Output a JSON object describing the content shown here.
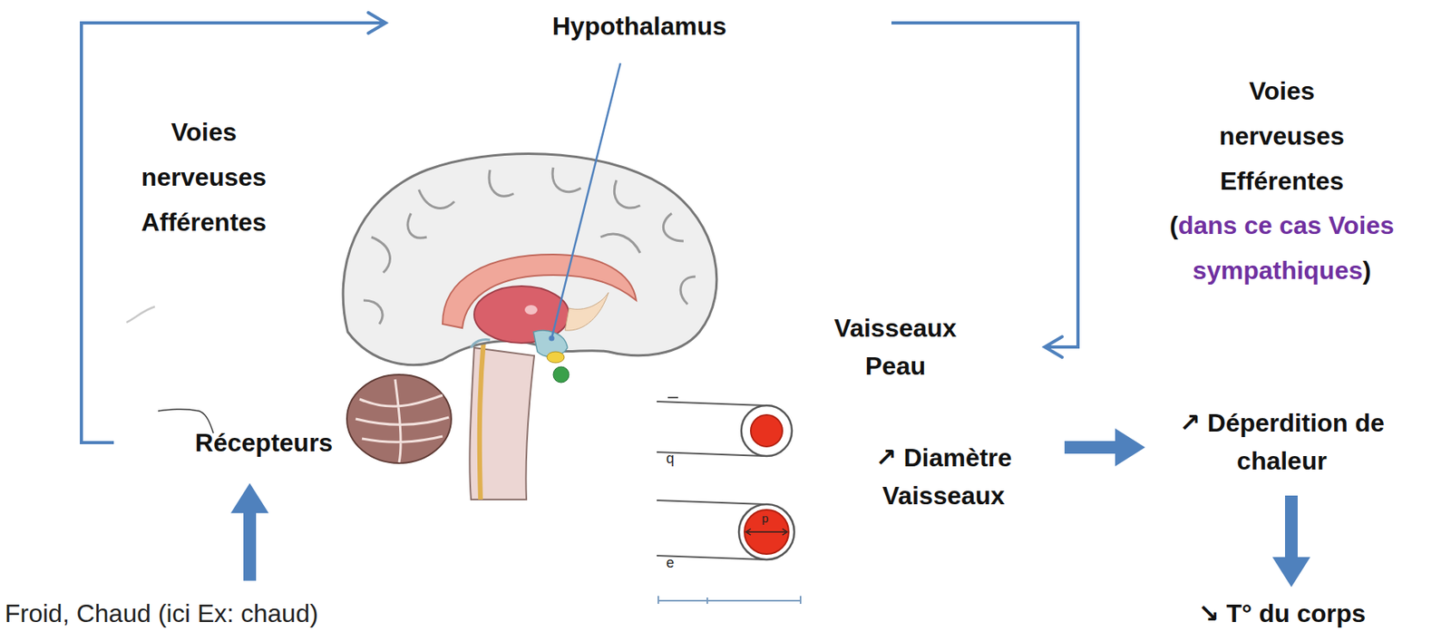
{
  "diagram": {
    "nodes": [
      {
        "text": [
          "Hypothalamus"
        ]
      },
      {
        "text": [
          "Récepteurs"
        ]
      },
      {
        "text": [
          "Froid, Chaud (ici Ex: chaud)"
        ]
      },
      {
        "text": [
          "Vaisseaux Peau"
        ]
      },
      {
        "text": [
          "↗ Diamètre Vaisseaux"
        ]
      },
      {
        "text": [
          "↗ Déperdition de chaleur"
        ]
      },
      {
        "text": [
          "↘ T° du corps"
        ]
      }
    ],
    "edges": [
      {
        "from": 1,
        "to": 0,
        "arrow": "to"
      },
      {
        "from": 0,
        "to": 3,
        "arrow": "to"
      },
      {
        "from": 4,
        "to": 5,
        "arrow": "to"
      },
      {
        "from": 5,
        "to": 6,
        "arrow": "to"
      },
      {
        "from": 2,
        "to": 1,
        "arrow": "to"
      }
    ],
    "labels": [
      "Voies nerveuses Afférentes",
      "Voies nerveuses Efférentes",
      "(",
      "dans ce cas Voies sympathiques",
      ")",
      "q",
      "e",
      "p"
    ]
  }
}
